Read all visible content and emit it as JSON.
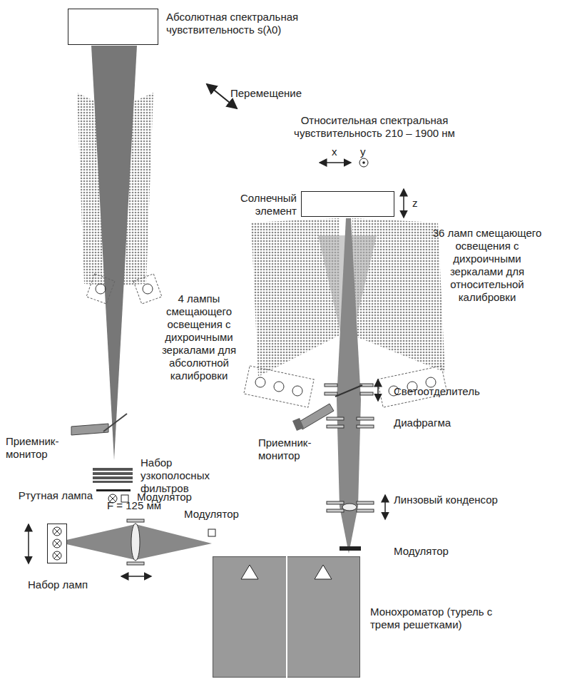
{
  "diagram": {
    "nodes": [
      {
        "text": [
          "Абсолютная спектральная чувствительность s(λ0)"
        ]
      },
      {
        "text": [
          "Солнечный элемент"
        ]
      },
      {
        "text": [
          "Монохроматор (турель с тремя решетками)"
        ]
      },
      {
        "text": [
          "Набор ламп"
        ]
      }
    ],
    "labels": [
      "Перемещение",
      "Относительная спектральная чувствительность 210 – 1900 нм",
      "x",
      "y",
      "z",
      "36 ламп смещающего освещения с дихроичными зеркалами для относительной калибровки",
      "4 лампы смещающего освещения с дихроичными зеркалами для абсолютной калибровки",
      "Приемник-монитор",
      "Набор узкополосных фильтров",
      "Модулятор",
      "Ртутная лампа",
      "Модулятор",
      "F = 125 мм",
      "Светоотделитель",
      "Приемник-монитор",
      "Диафрагма",
      "Линзовый конденсор",
      "Модулятор"
    ]
  }
}
